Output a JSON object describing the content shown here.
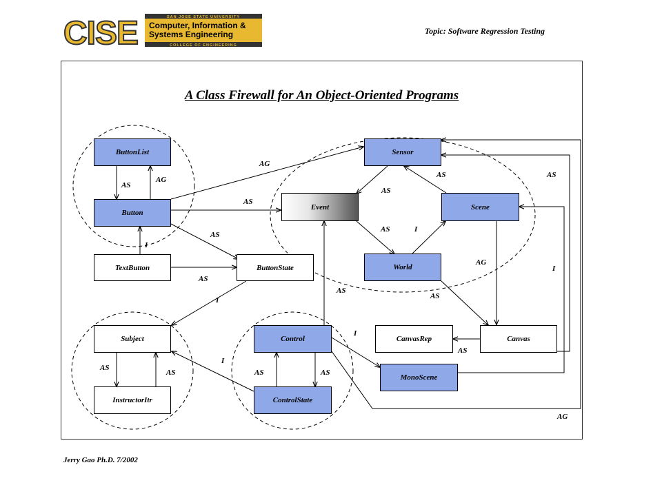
{
  "header": {
    "logo": {
      "big_letters": "CISE",
      "university": "SAN JOSE STATE UNIVERSITY",
      "dept_line1": "Computer, Information &",
      "dept_line2": "Systems Engineering",
      "college": "COLLEGE OF ENGINEERING"
    },
    "topic": "Topic: Software Regression Testing"
  },
  "slide": {
    "title": "A Class Firewall for An Object-Oriented Programs",
    "footer": "Jerry Gao Ph.D.  7/2002"
  },
  "colors": {
    "box_blue": "#8fa8e8",
    "logo_gold": "#e8b830",
    "logo_dark": "#333333"
  },
  "diagram": {
    "classes": {
      "buttonlist": "ButtonList",
      "button": "Button",
      "textbutton": "TextButton",
      "buttonstate": "ButtonState",
      "subject": "Subject",
      "instructoritr": "InstructorItr",
      "control": "Control",
      "controlstate": "ControlState",
      "sensor": "Sensor",
      "event": "Event",
      "scene": "Scene",
      "world": "World",
      "canvasrep": "CanvasRep",
      "canvas": "Canvas",
      "monoscene": "MonoScene"
    },
    "relations": {
      "buttonlist_button": "AS",
      "button_buttonlist": "AG",
      "button_sensor": "AG",
      "button_event": "AS",
      "button_buttonstate": "AS",
      "textbutton_button": "I",
      "textbutton_buttonstate": "AS",
      "buttonstate_subject": "I",
      "subject_instructoritr": "AS",
      "instructoritr_subject": "AS",
      "controlstate_subject": "I",
      "control_controlstate": "AS",
      "controlstate_control": "AS",
      "control_event": "AS",
      "control_monoscene": "I",
      "control_sensor": "AG",
      "sensor_event": "AS",
      "scene_sensor": "AS",
      "event_world": "AS",
      "world_scene": "I",
      "scene_canvas": "AG",
      "world_canvas": "AS",
      "canvas_canvasrep": "AS",
      "monoscene_scene": "I",
      "canvas_sensor": "AS"
    }
  }
}
